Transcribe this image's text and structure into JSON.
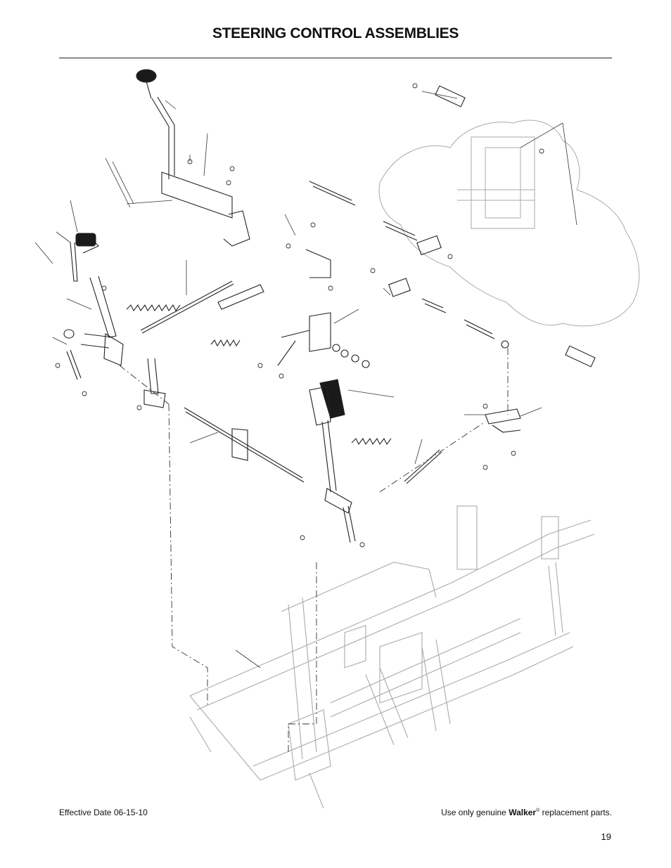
{
  "page": {
    "title": "STEERING CONTROL ASSEMBLIES",
    "effective_date": "Effective Date 06-15-10",
    "footer_prefix": "Use only genuine",
    "brand": "Walker",
    "registered_mark": "®",
    "footer_suffix": "replacement parts.",
    "page_number": "19"
  },
  "colors": {
    "ink": "#222222",
    "ghost": "#9a9a9a",
    "grip": "#1a1a1a"
  }
}
